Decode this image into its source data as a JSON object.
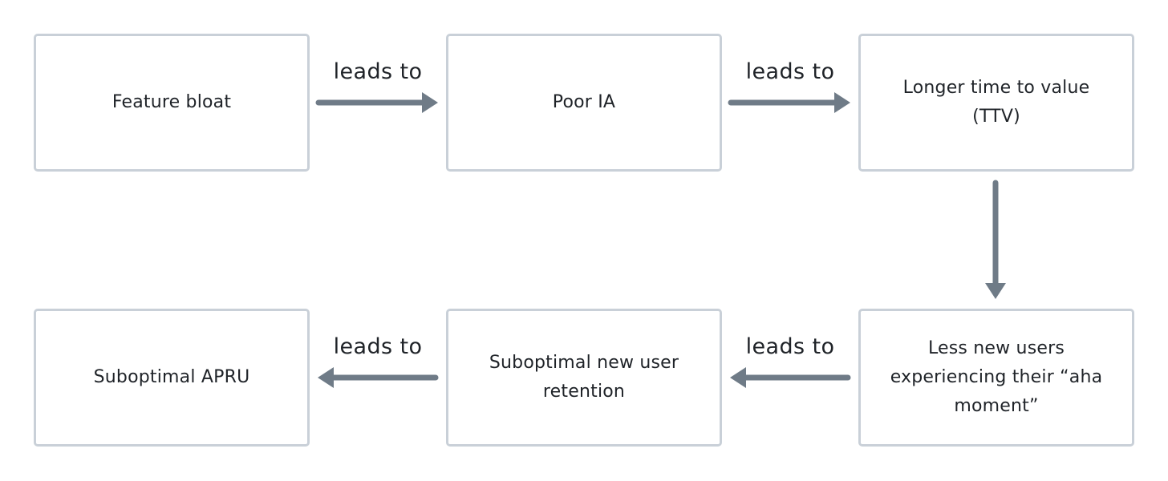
{
  "diagram": {
    "nodes": [
      {
        "id": "feature-bloat",
        "label": "Feature bloat"
      },
      {
        "id": "poor-ia",
        "label": "Poor IA"
      },
      {
        "id": "longer-ttv",
        "label": "Longer time to value (TTV)"
      },
      {
        "id": "less-aha",
        "label": "Less new users experiencing their “aha moment”"
      },
      {
        "id": "suboptimal-retention",
        "label": "Suboptimal new user retention"
      },
      {
        "id": "suboptimal-apru",
        "label": "Suboptimal APRU"
      }
    ],
    "edges": [
      {
        "from": "feature-bloat",
        "to": "poor-ia",
        "label": "leads to"
      },
      {
        "from": "poor-ia",
        "to": "longer-ttv",
        "label": "leads to"
      },
      {
        "from": "longer-ttv",
        "to": "less-aha",
        "label": ""
      },
      {
        "from": "less-aha",
        "to": "suboptimal-retention",
        "label": "leads to"
      },
      {
        "from": "suboptimal-retention",
        "to": "suboptimal-apru",
        "label": "leads to"
      }
    ],
    "colors": {
      "box_border": "#c9d0d8",
      "arrow": "#6f7b87",
      "text": "#1f2328"
    }
  }
}
